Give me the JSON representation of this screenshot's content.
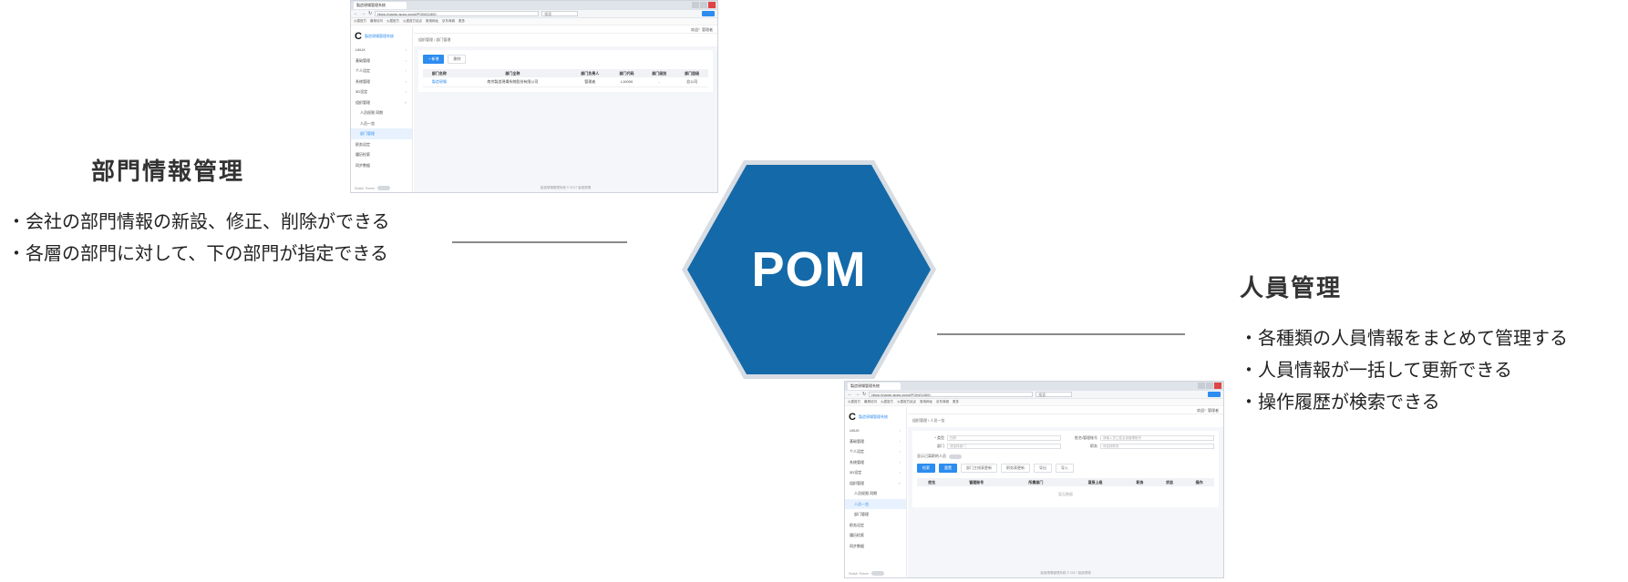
{
  "center": {
    "label": "POM",
    "color": "#1469a8",
    "border_color": "#d8dde3"
  },
  "left_section": {
    "title": "部門情報管理",
    "bullets": [
      "・会社の部門情報の新設、修正、削除ができる",
      "・各層の部門に対して、下の部門が指定できる"
    ]
  },
  "right_section": {
    "title": "人員管理",
    "bullets": [
      "・各種類の人員情報をまとめて管理する",
      "・人員情報が一括して更新できる",
      "・操作履歴が検索できる"
    ]
  },
  "browser": {
    "tab_title": "製造現場管理系統",
    "url": "https://name.apps.xxx/#/POM/11500",
    "search_placeholder": "搜索",
    "bookmarks": [
      "火狐官方",
      "最常访问",
      "火狐官方",
      "火狐官方站点",
      "常用网址",
      "京东商城",
      "更多"
    ]
  },
  "app": {
    "logo_mark": "C",
    "logo_text": "製造現場管理系統",
    "user": "欢迎！管理者",
    "switch_label": "Switch Theme",
    "footer": "製造現場管理系統 © 2017 製造現場",
    "menu": [
      {
        "label": "UI/UX",
        "sub": false
      },
      {
        "label": "基础管理",
        "sub": false
      },
      {
        "label": "个人设定",
        "sub": false
      },
      {
        "label": "系统管理",
        "sub": false
      },
      {
        "label": "3D设定",
        "sub": false
      },
      {
        "label": "组织管理",
        "sub": false
      },
      {
        "label": "人员权限 同期",
        "sub": true
      },
      {
        "label": "人员一览",
        "sub": true
      },
      {
        "label": "部门管理",
        "sub": true
      },
      {
        "label": "职务设定",
        "sub": false
      },
      {
        "label": "履历检索",
        "sub": false
      },
      {
        "label": "同步数据",
        "sub": false
      }
    ]
  },
  "shot1": {
    "active_menu": "部门管理",
    "crumb": "组织管理 / 部门管理",
    "buttons": [
      "+ 新增",
      "删除"
    ],
    "columns": [
      "部门名称",
      "部门全称",
      "部门负责人",
      "部门代码",
      "部门级别",
      "部门层级"
    ],
    "rows": [
      [
        "製造現場",
        "南京製造現場系統股份有限公司",
        "管理者",
        "L10000",
        "-",
        "总公司"
      ]
    ]
  },
  "shot2": {
    "active_menu": "人员一览",
    "crumb": "组织管理 / 人员一览",
    "form": [
      {
        "label": "* 类型",
        "value": "在职"
      },
      {
        "label": "姓名/管理账号",
        "value": "请输入员工姓名或管理账号"
      },
      {
        "label": "部门",
        "value": "请选择部门"
      },
      {
        "label": "职务",
        "value": "请选择职务"
      }
    ],
    "retire_label": "显示已离职的人员",
    "buttons": [
      "检索",
      "重置",
      "部门主线表更新",
      "职务表更新",
      "导出",
      "导入"
    ],
    "columns": [
      "姓名",
      "管理账号",
      "所属部门",
      "直接上级",
      "职务",
      "状态",
      "操作"
    ],
    "empty_text": "暂无数据"
  }
}
